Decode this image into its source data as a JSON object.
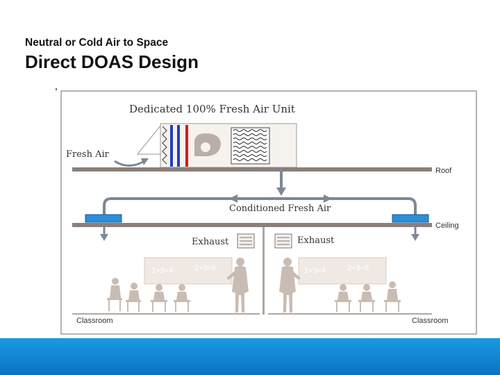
{
  "slide": {
    "subtitle": "Neutral or Cold Air to Space",
    "title": "Direct DOAS Design"
  },
  "diagram": {
    "unit_label": "Dedicated 100% Fresh Air Unit",
    "fresh_air_label": "Fresh Air",
    "roof_label": "Roof",
    "conditioned_label": "Conditioned Fresh Air",
    "ceiling_label": "Ceiling",
    "exhaust_left_label": "Exhaust",
    "exhaust_right_label": "Exhaust",
    "classroom_left_label": "Classroom",
    "classroom_right_label": "Classroom",
    "board_left": {
      "eq1": "1+3=4",
      "eq2": "2+3=5"
    },
    "board_right": {
      "eq1": "1+3=4",
      "eq2": "2+3=5"
    }
  },
  "colors": {
    "structure": "#8a7f79",
    "duct": "#7d8896",
    "coil_blue": "#1f3fbf",
    "coil_red": "#d21a1a",
    "diffuser": "#2a8fd8",
    "figures": "#c9bcb3",
    "footer": "#0a73c4"
  }
}
